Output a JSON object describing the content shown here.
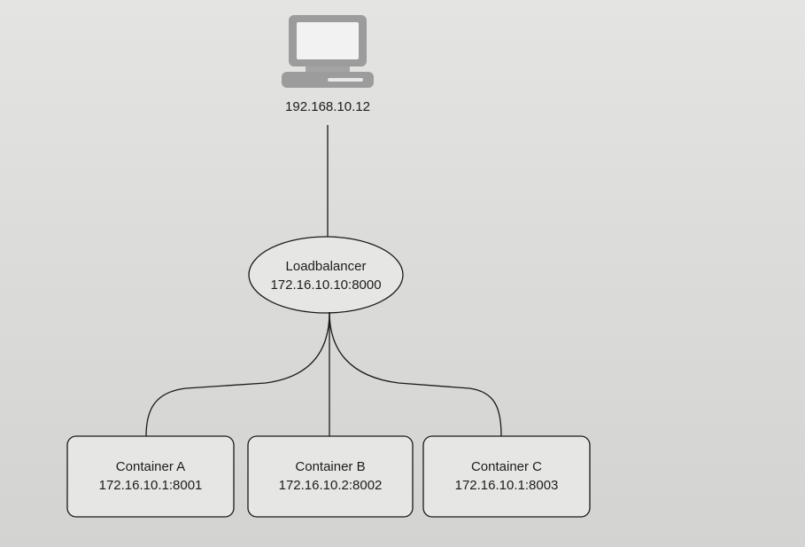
{
  "client": {
    "ip": "192.168.10.12",
    "icon": "computer-icon"
  },
  "loadbalancer": {
    "name": "Loadbalancer",
    "address": "172.16.10.10:8000"
  },
  "containers": [
    {
      "name": "Container A",
      "address": "172.16.10.1:8001"
    },
    {
      "name": "Container B",
      "address": "172.16.10.2:8002"
    },
    {
      "name": "Container C",
      "address": "172.16.10.1:8003"
    }
  ],
  "colors": {
    "stroke": "#1a1a1a",
    "node_fill": "#e8e8e6",
    "computer": "#9a9a9a"
  }
}
